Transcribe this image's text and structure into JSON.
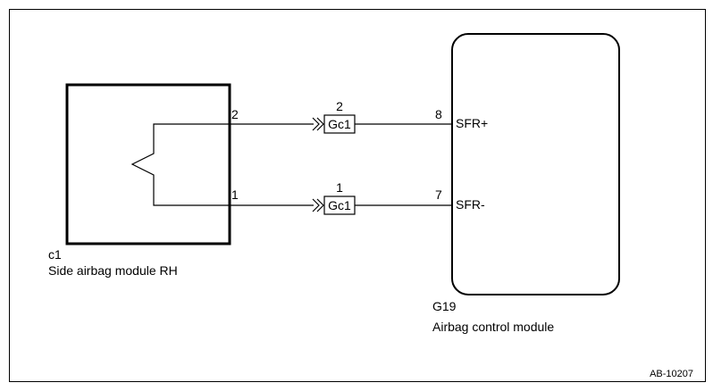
{
  "left_component": {
    "id": "c1",
    "name": "Side airbag module RH",
    "pins": [
      {
        "number": "2",
        "connector": "Gc1",
        "connector_pin": "2",
        "target_pin": "8",
        "signal": "SFR+"
      },
      {
        "number": "1",
        "connector": "Gc1",
        "connector_pin": "1",
        "target_pin": "7",
        "signal": "SFR-"
      }
    ]
  },
  "right_component": {
    "id": "G19",
    "name": "Airbag control module"
  },
  "figure_code": "AB-10207"
}
